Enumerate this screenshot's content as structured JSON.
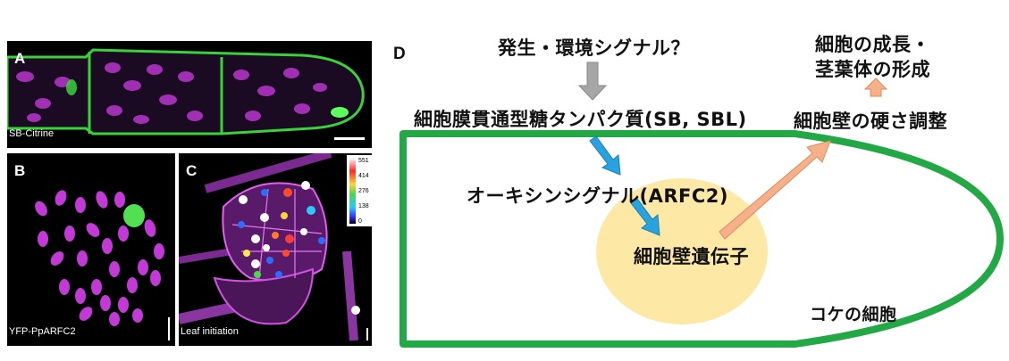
{
  "panels": {
    "a": {
      "letter": "A",
      "caption": "SB-Citrine"
    },
    "b": {
      "letter": "B",
      "caption": "YFP-PpARFC2"
    },
    "c": {
      "letter": "C",
      "caption": "Leaf initiation",
      "colorbar_ticks": [
        "551",
        "414",
        "276",
        "138",
        "0"
      ]
    }
  },
  "diagram": {
    "letter": "D",
    "signal": "発生・環境シグナル？",
    "glycoprotein": "細胞膜貫通型糖タンパク質(SB, SBL)",
    "auxin": "オーキシンシグナル(ARFC2)",
    "wall_genes": "細胞壁遺伝子",
    "growth_line1": "細胞の成長・",
    "growth_line2": "茎葉体の形成",
    "stiffness": "細胞壁の硬さ調整",
    "moss_cell": "コケの細胞"
  },
  "colors": {
    "cell_outline": "#22a845",
    "nucleus_area": "#fde8a6",
    "blue_arrow": "#29a3df",
    "orange_arrow": "#f6b08a",
    "gray_arrow": "#a6a6a6",
    "magenta": "#c23ad6",
    "gfp_green": "#3bd13b"
  }
}
